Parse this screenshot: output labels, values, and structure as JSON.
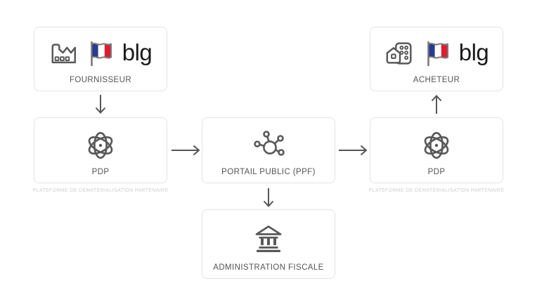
{
  "diagram": {
    "nodes": {
      "fournisseur": {
        "label": "FOURNISSEUR",
        "logo": "blg",
        "icon": "factory-icon"
      },
      "acheteur": {
        "label": "ACHETEUR",
        "logo": "blg",
        "icon": "buildings-icon"
      },
      "pdp_left": {
        "label": "PDP",
        "caption": "PLATEFORME DE DEMATÉRIALISATION PARTENAIRE",
        "icon": "atom-icon"
      },
      "portail_public": {
        "label": "PORTAIL PUBLIC (PPF)",
        "icon": "network-hub-icon"
      },
      "pdp_right": {
        "label": "PDP",
        "caption": "PLATEFORME DE DEMATÉRIALISATION PARTENAIRE",
        "icon": "atom-icon"
      },
      "administration_fiscale": {
        "label": "ADMINISTRATION FISCALE",
        "icon": "bank-icon"
      }
    },
    "arrows": [
      {
        "from": "fournisseur",
        "to": "pdp_left",
        "direction": "down"
      },
      {
        "from": "pdp_left",
        "to": "portail_public",
        "direction": "right"
      },
      {
        "from": "portail_public",
        "to": "pdp_right",
        "direction": "right"
      },
      {
        "from": "portail_public",
        "to": "administration_fiscale",
        "direction": "down"
      },
      {
        "from": "pdp_right",
        "to": "acheteur",
        "direction": "up"
      }
    ],
    "colors": {
      "background": "#ffffff",
      "box_border": "#e3e3e3",
      "icon": "#595959",
      "label": "#545454",
      "caption": "#cfcfcf",
      "logo_text": "#1b1b1b",
      "arrow": "#555555",
      "flag_blue": "#2a3b8f",
      "flag_white": "#ffffff",
      "flag_red": "#e11b33",
      "flag_outline": "#7a7a7a"
    }
  }
}
